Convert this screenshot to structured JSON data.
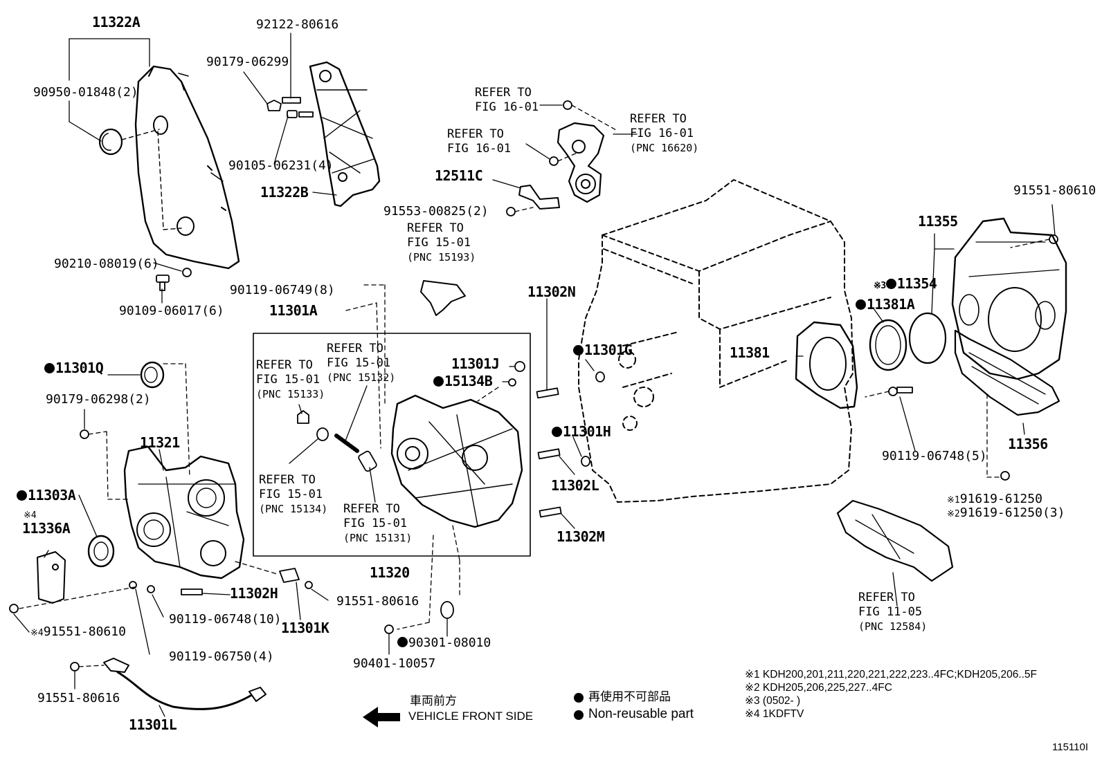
{
  "diagram": {
    "figure_number": "115110I",
    "line_color": "#000000",
    "labels": {
      "p11322A": "11322A",
      "p92122": "92122-80616",
      "p90179_06299": "90179-06299",
      "p90950": "90950-01848(2)",
      "p90105": "90105-06231(4)",
      "p11322B": "11322B",
      "p90210": "90210-08019(6)",
      "p90109": "90109-06017(6)",
      "p12511C": "12511C",
      "p91553": "91553-00825(2)",
      "p90119_06749": "90119-06749(8)",
      "p11301A": "11301A",
      "p11302N": "11302N",
      "p11301G": "11301G",
      "p11301J": "11301J",
      "p15134B": "15134B",
      "p11301Q": "11301Q",
      "p90179_06298": "90179-06298(2)",
      "p11321": "11321",
      "p11303A": "11303A",
      "p11336A": "11336A",
      "p11301H": "11301H",
      "p11302L": "11302L",
      "p11302M": "11302M",
      "p11320": "11320",
      "p11302H": "11302H",
      "p91551_80616_a": "91551-80616",
      "p90119_06748_10": "90119-06748(10)",
      "p11301K": "11301K",
      "p91551_80610_b": "91551-80610",
      "p90119_06750": "90119-06750(4)",
      "p90301": "90301-08010",
      "p90401": "90401-10057",
      "p91551_80616_b": "91551-80616",
      "p11301L": "11301L",
      "p91551_80610_a": "91551-80610",
      "p11355": "11355",
      "p11354": "11354",
      "p11381A": "11381A",
      "p11381": "11381",
      "p90119_06748_5": "90119-06748(5)",
      "p11356": "11356",
      "p91619_1": "91619-61250",
      "p91619_2": "91619-61250(3)"
    },
    "marks": {
      "m1": "※1",
      "m2": "※2",
      "m3": "※3",
      "m4": "※4"
    },
    "refs": {
      "r1": {
        "line1": "REFER TO",
        "line2": "FIG 16-01",
        "pnc": ""
      },
      "r2": {
        "line1": "REFER TO",
        "line2": "FIG 16-01",
        "pnc": ""
      },
      "r3": {
        "line1": "REFER TO",
        "line2": "FIG 16-01",
        "pnc": "(PNC 16620)"
      },
      "r4": {
        "line1": "REFER TO",
        "line2": "FIG 15-01",
        "pnc": "(PNC 15193)"
      },
      "r5": {
        "line1": "REFER TO",
        "line2": "FIG 15-01",
        "pnc": "(PNC 15132)"
      },
      "r6": {
        "line1": "REFER TO",
        "line2": "FIG 15-01",
        "pnc": "(PNC 15133)"
      },
      "r7": {
        "line1": "REFER TO",
        "line2": "FIG 15-01",
        "pnc": "(PNC 15134)"
      },
      "r8": {
        "line1": "REFER TO",
        "line2": "FIG 15-01",
        "pnc": "(PNC 15131)"
      },
      "r9": {
        "line1": "REFER TO",
        "line2": "FIG 11-05",
        "pnc": "(PNC 12584)"
      }
    },
    "legend": {
      "front_jp": "車両前方",
      "front_en": "VEHICLE FRONT SIDE",
      "nonreusable_jp": "再使用不可部品",
      "nonreusable_en": "Non-reusable part"
    },
    "notes": [
      "※1 KDH200,201,211,220,221,222,223..4FC;KDH205,206..5F",
      "※2 KDH205,206,225,227..4FC",
      "※3 (0502-        )",
      "※4 1KDFTV"
    ]
  }
}
